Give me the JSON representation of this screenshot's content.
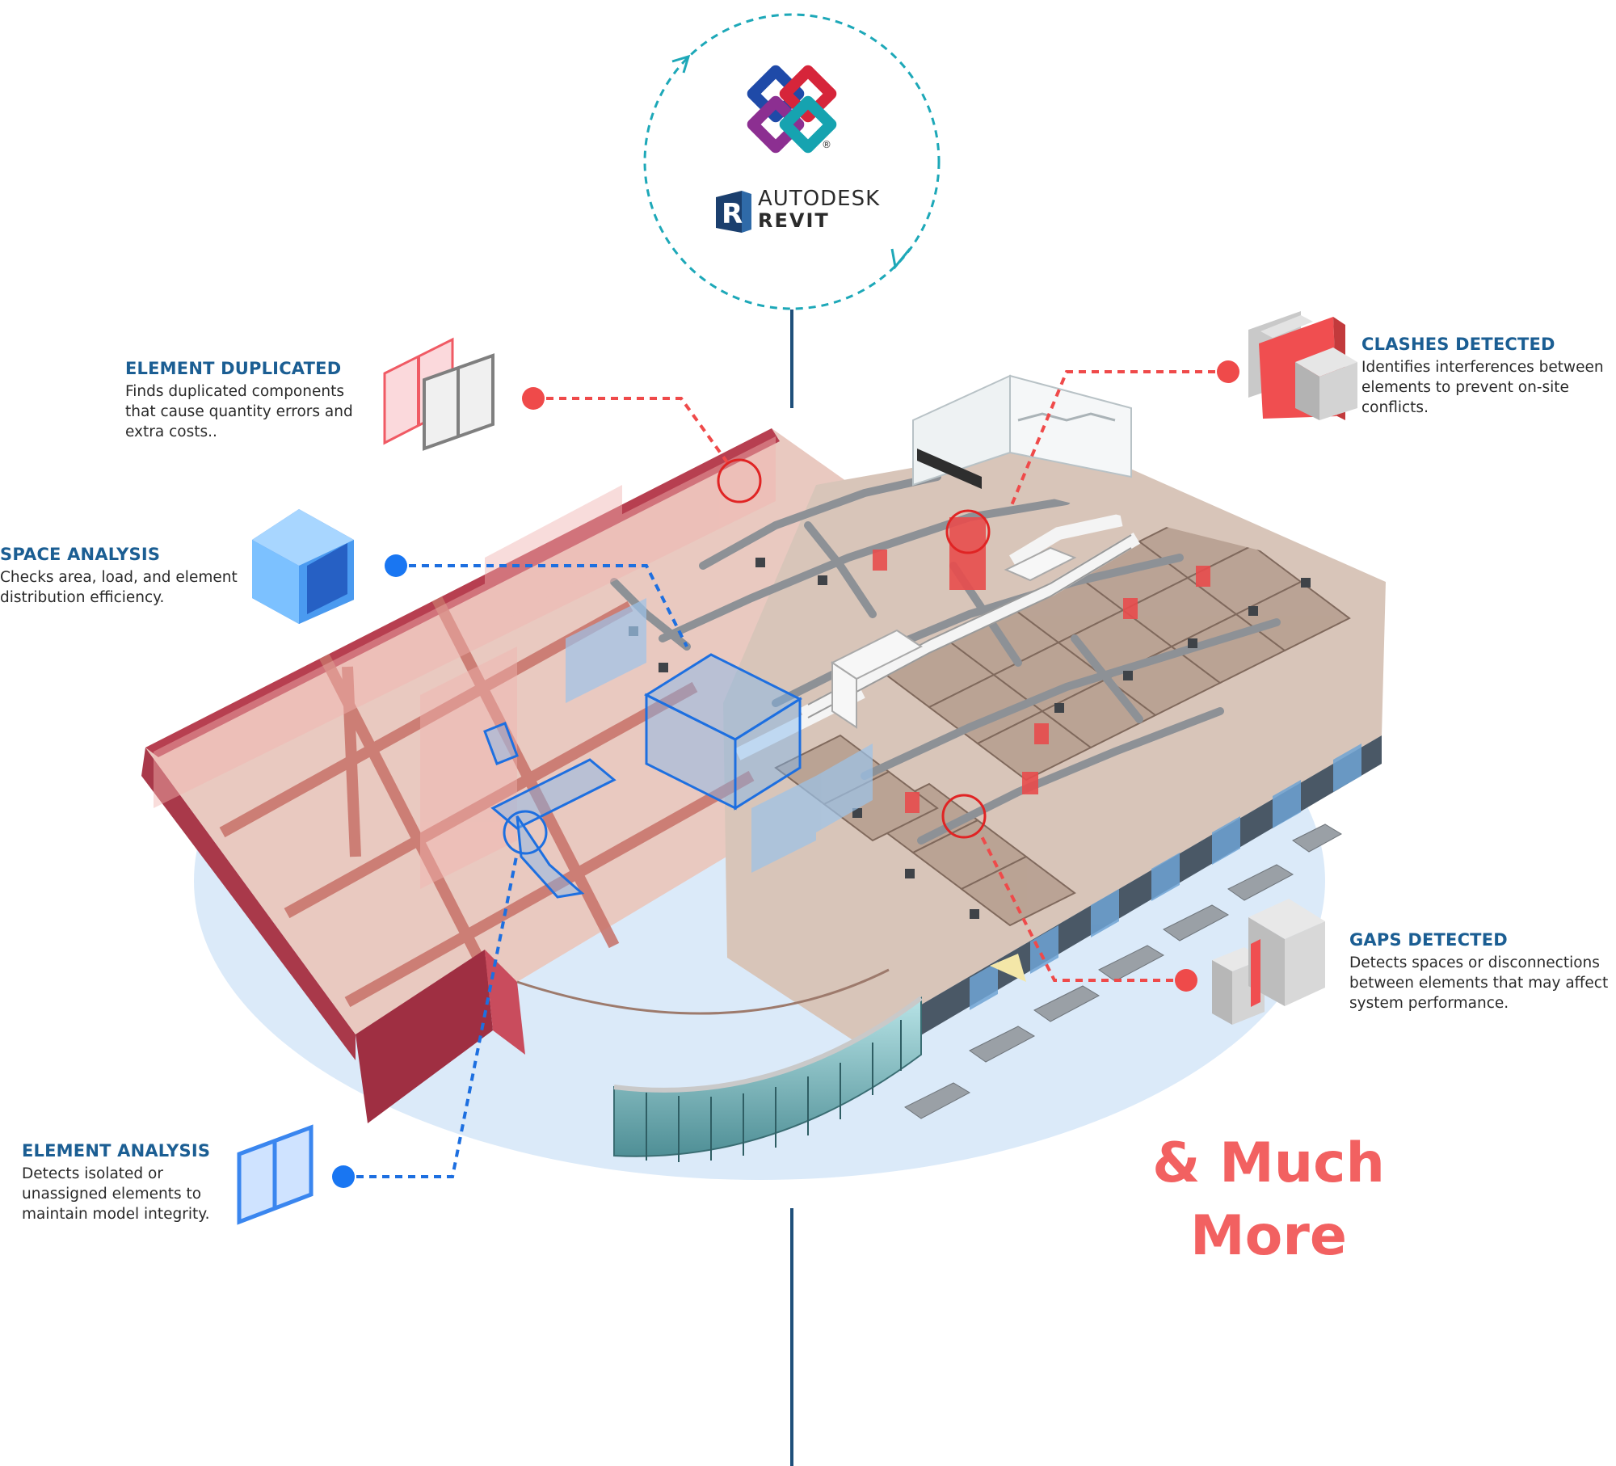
{
  "logo": {
    "brand_line1": "AUTODESK",
    "brand_line2": "REVIT",
    "registered_mark": "®"
  },
  "callouts": {
    "element_duplicated": {
      "title": "ELEMENT DUPLICATED",
      "desc": "Finds duplicated components that cause quantity errors and extra costs.."
    },
    "space_analysis": {
      "title": "SPACE ANALYSIS",
      "desc": "Checks area, load, and element distribution efficiency."
    },
    "element_analysis": {
      "title": "ELEMENT ANALYSIS",
      "desc": "Detects isolated or unassigned elements to maintain model integrity."
    },
    "clashes_detected": {
      "title": "CLASHES DETECTED",
      "desc": "Identifies interferences between elements to prevent on-site conflicts."
    },
    "gaps_detected": {
      "title": "GAPS DETECTED",
      "desc": "Detects spaces or disconnections between elements that may affect system performance."
    }
  },
  "more": {
    "line1": "& Much",
    "line2": "More"
  },
  "colors": {
    "accent_red": "#f26161",
    "accent_blue": "#1976f2",
    "title_blue": "#1b5e93",
    "cycle_teal": "#1da8b8",
    "axis_navy": "#1f4f7a"
  }
}
